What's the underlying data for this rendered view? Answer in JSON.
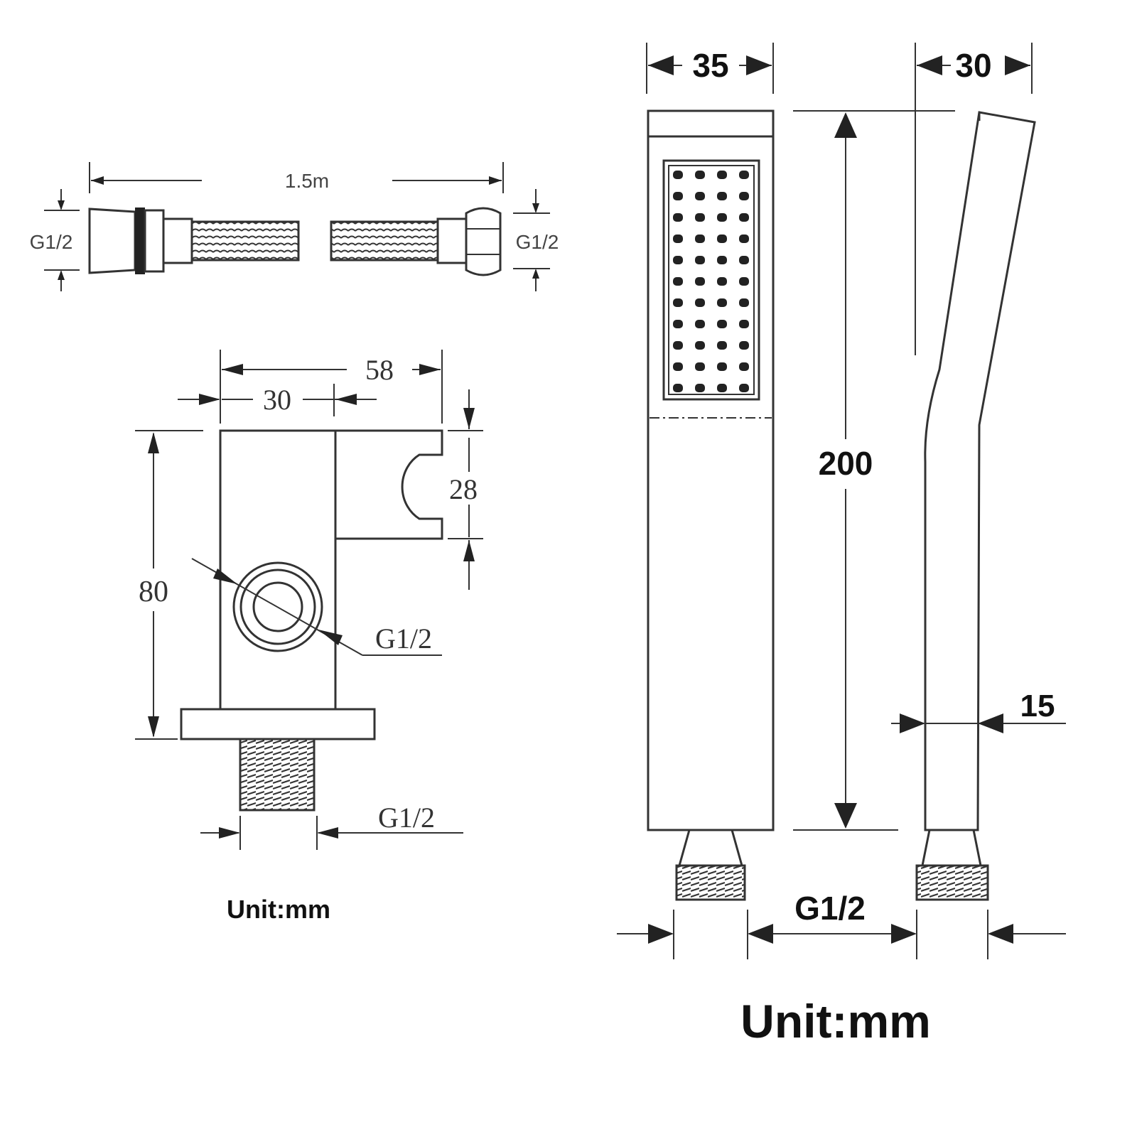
{
  "hose": {
    "length_label": "1.5m",
    "left_thread_label": "G1/2",
    "right_thread_label": "G1/2"
  },
  "bracket": {
    "width_total_label": "58",
    "width_body_label": "30",
    "height_label": "80",
    "holder_label": "28",
    "inlet_label": "G1/2",
    "outlet_label": "G1/2",
    "unit_label": "Unit:mm"
  },
  "handshower": {
    "width_label": "35",
    "depth_label": "30",
    "length_label": "200",
    "handle_label": "15",
    "thread_label": "G1/2",
    "unit_label": "Unit:mm"
  }
}
